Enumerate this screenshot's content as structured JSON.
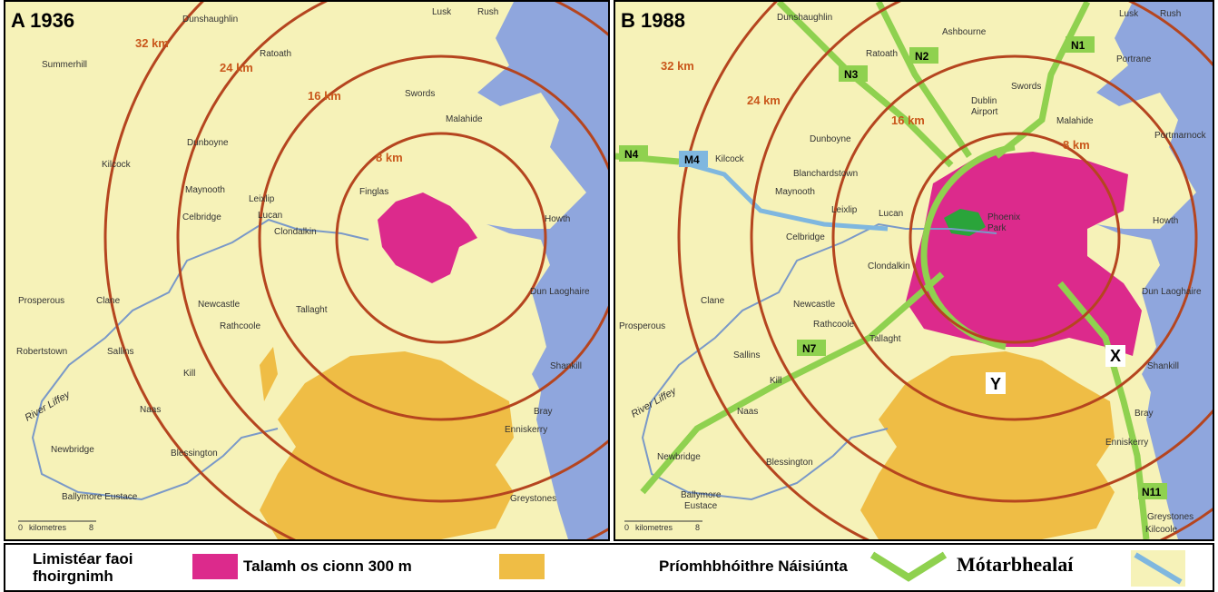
{
  "panels": [
    {
      "title": "A 1936",
      "rings": [
        "8 km",
        "16 km",
        "24 km",
        "32 km"
      ],
      "scale": {
        "zero": "0",
        "unit": "kilometres",
        "max": "8"
      },
      "river": "River Liffey",
      "places": [
        "Dunshaughlin",
        "Lusk",
        "Rush",
        "Ratoath",
        "Summerhill",
        "Swords",
        "Malahide",
        "Dunboyne",
        "Kilcock",
        "Finglas",
        "Maynooth",
        "Leixlip",
        "Howth",
        "Celbridge",
        "Lucan",
        "Clondalkin",
        "Dun Laoghaire",
        "Prosperous",
        "Clane",
        "Newcastle",
        "Tallaght",
        "Rathcoole",
        "Robertstown",
        "Sallins",
        "Shankill",
        "Kill",
        "Naas",
        "Bray",
        "Enniskerry",
        "Newbridge",
        "Blessington",
        "Ballymore Eustace",
        "Greystones"
      ]
    },
    {
      "title": "B 1988",
      "rings": [
        "8 km",
        "16 km",
        "24 km",
        "32 km"
      ],
      "scale": {
        "zero": "0",
        "unit": "kilometres",
        "max": "8"
      },
      "river": "River Liffey",
      "roads": [
        "N1",
        "N2",
        "N3",
        "N4",
        "M4",
        "N7",
        "N11"
      ],
      "markers": [
        "X",
        "Y"
      ],
      "places": [
        "Dunshaughlin",
        "Ashbourne",
        "Lusk",
        "Rush",
        "Portrane",
        "Ratoath",
        "Swords",
        "Dublin",
        "Airport",
        "Malahide",
        "Portmarnock",
        "Kilcock",
        "Dunboyne",
        "Blanchardstown",
        "Maynooth",
        "Leixlip",
        "Lucan",
        "Phoenix",
        "Park",
        "Howth",
        "Celbridge",
        "Clondalkin",
        "Dun Laoghaire",
        "Clane",
        "Newcastle",
        "Rathcoole",
        "Prosperous",
        "Tallaght",
        "Shankill",
        "Sallins",
        "Kill",
        "Naas",
        "Bray",
        "Enniskerry",
        "Newbridge",
        "Blessington",
        "Ballymore",
        "Eustace",
        "Greystones",
        "Kilcoole"
      ]
    }
  ],
  "legend": {
    "built_up": "Limistéar faoi fhoirgnimh",
    "high_land": "Talamh os cionn 300 m",
    "national_roads": "Príomhbhóithre Náisiúnta",
    "motorways": "Mótarbhealaí"
  },
  "colors": {
    "background": "#f6f2b8",
    "sea": "#8fa6dd",
    "built_up": "#dc2a8c",
    "high_land": "#efbd45",
    "rings": "#b5451f",
    "ring_labels": "#c9571b",
    "national_roads": "#8fd14f",
    "motorway": "#7fb7df",
    "park": "#2aa43a"
  }
}
